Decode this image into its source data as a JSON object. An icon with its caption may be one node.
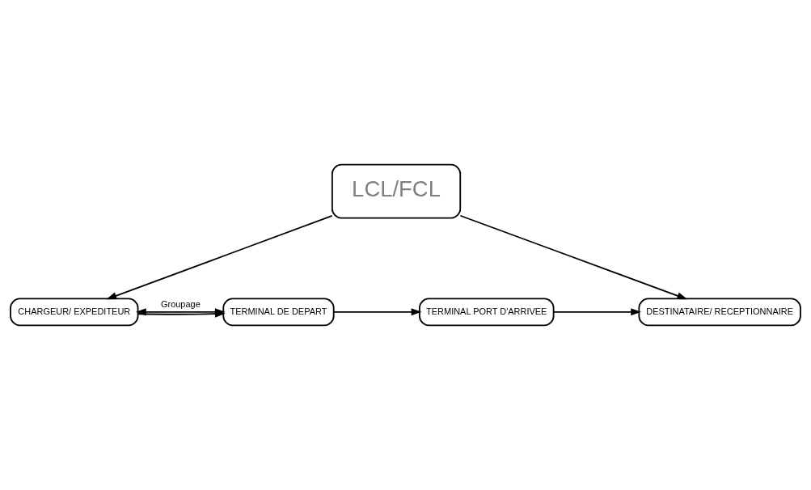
{
  "diagram": {
    "nodes": [
      {
        "text": [
          "LCL/FCL"
        ]
      },
      {
        "text": [
          "CHARGEUR/ EXPEDITEUR"
        ]
      },
      {
        "text": [
          "TERMINAL DE DEPART"
        ]
      },
      {
        "text": [
          "TERMINAL PORT D'ARRIVEE"
        ]
      },
      {
        "text": [
          "DESTINATAIRE/ RECEPTIONNAIRE"
        ]
      }
    ],
    "edges": [
      {
        "from": 0,
        "to": 1,
        "arrow": "to"
      },
      {
        "from": 0,
        "to": 4,
        "arrow": "to"
      },
      {
        "from": 1,
        "to": 2,
        "arrow": "to"
      },
      {
        "from": 2,
        "to": 3,
        "arrow": "to"
      },
      {
        "from": 3,
        "to": 4,
        "arrow": "to"
      },
      {
        "from": 1,
        "to": 2,
        "arrow": "both",
        "label": "Groupage"
      }
    ]
  }
}
